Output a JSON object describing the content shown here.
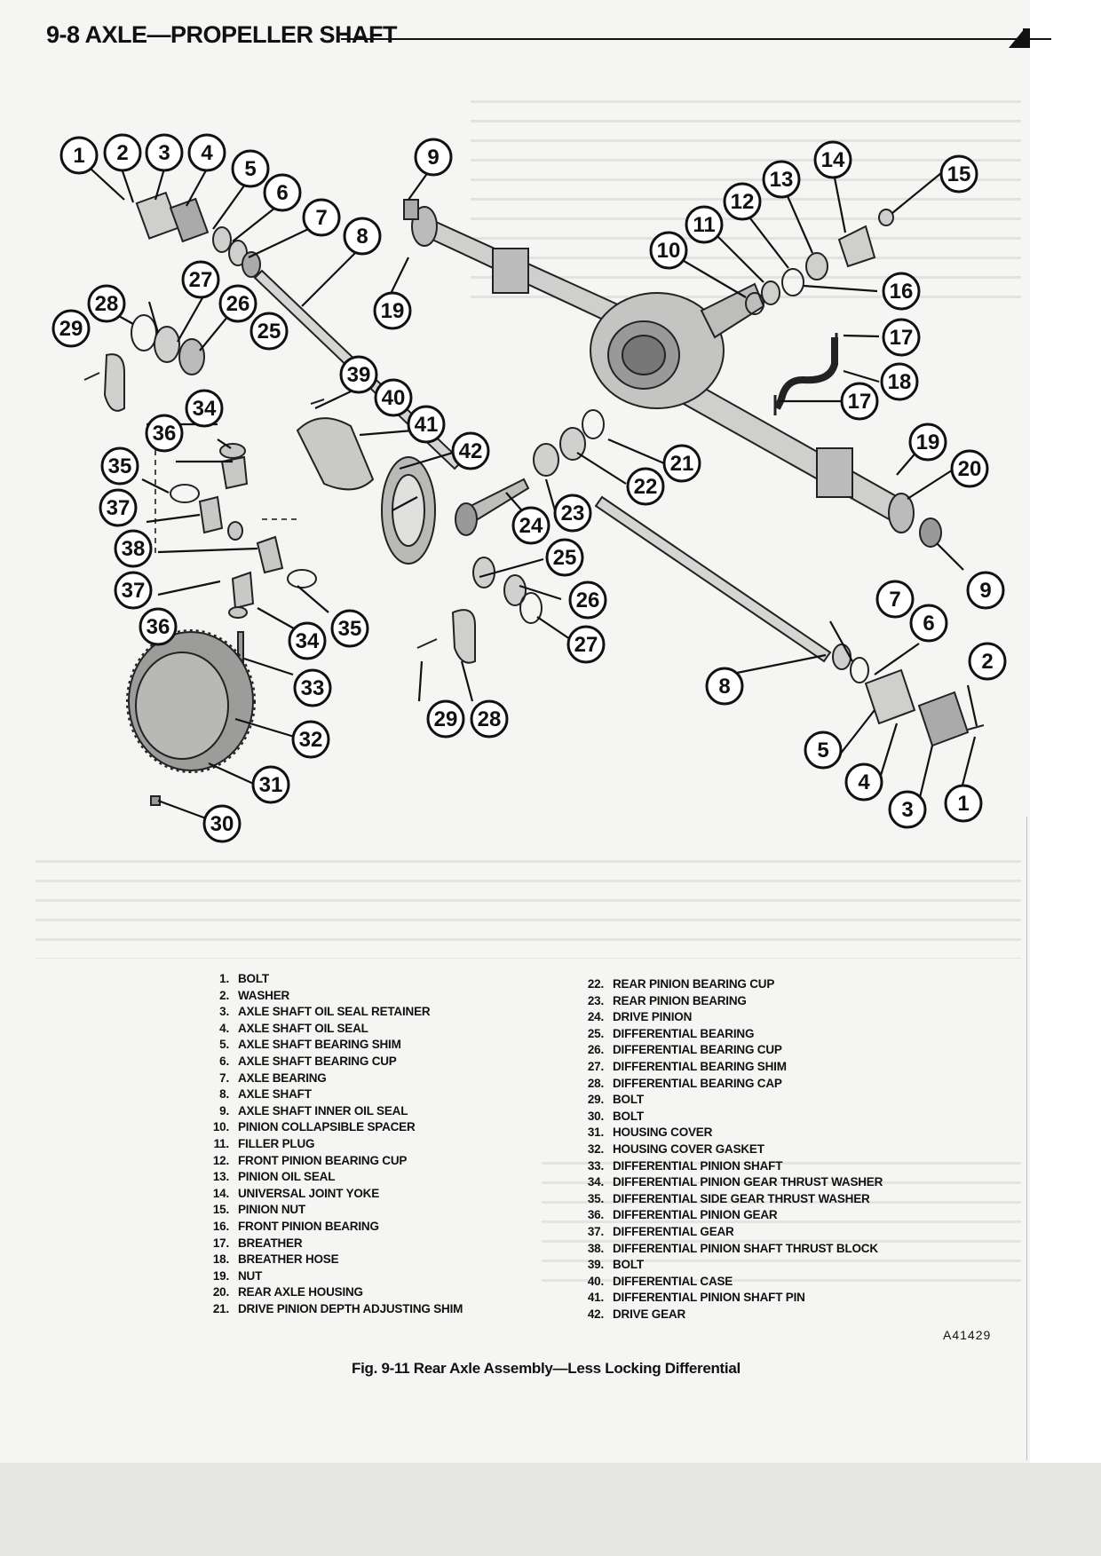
{
  "header": {
    "title": "9-8  AXLE—PROPELLER SHAFT"
  },
  "diagram": {
    "callouts": [
      "1",
      "2",
      "3",
      "4",
      "5",
      "6",
      "7",
      "8",
      "9",
      "10",
      "11",
      "12",
      "13",
      "14",
      "15",
      "16",
      "17",
      "18",
      "19",
      "20",
      "21",
      "22",
      "23",
      "24",
      "25",
      "26",
      "27",
      "28",
      "29",
      "30",
      "31",
      "32",
      "33",
      "34",
      "35",
      "36",
      "37",
      "38",
      "39",
      "40",
      "41",
      "42"
    ]
  },
  "legend": {
    "left": [
      {
        "num": "1.",
        "label": "BOLT"
      },
      {
        "num": "2.",
        "label": "WASHER"
      },
      {
        "num": "3.",
        "label": "AXLE SHAFT OIL SEAL RETAINER"
      },
      {
        "num": "4.",
        "label": "AXLE SHAFT OIL SEAL"
      },
      {
        "num": "5.",
        "label": "AXLE SHAFT BEARING SHIM"
      },
      {
        "num": "6.",
        "label": "AXLE SHAFT BEARING CUP"
      },
      {
        "num": "7.",
        "label": "AXLE BEARING"
      },
      {
        "num": "8.",
        "label": "AXLE SHAFT"
      },
      {
        "num": "9.",
        "label": "AXLE SHAFT INNER OIL SEAL"
      },
      {
        "num": "10.",
        "label": "PINION COLLAPSIBLE SPACER"
      },
      {
        "num": "11.",
        "label": "FILLER PLUG"
      },
      {
        "num": "12.",
        "label": "FRONT PINION BEARING CUP"
      },
      {
        "num": "13.",
        "label": "PINION OIL SEAL"
      },
      {
        "num": "14.",
        "label": "UNIVERSAL JOINT YOKE"
      },
      {
        "num": "15.",
        "label": "PINION NUT"
      },
      {
        "num": "16.",
        "label": "FRONT PINION BEARING"
      },
      {
        "num": "17.",
        "label": "BREATHER"
      },
      {
        "num": "18.",
        "label": "BREATHER HOSE"
      },
      {
        "num": "19.",
        "label": "NUT"
      },
      {
        "num": "20.",
        "label": "REAR AXLE HOUSING"
      },
      {
        "num": "21.",
        "label": "DRIVE PINION DEPTH ADJUSTING SHIM"
      }
    ],
    "right": [
      {
        "num": "22.",
        "label": "REAR PINION BEARING CUP"
      },
      {
        "num": "23.",
        "label": "REAR PINION BEARING"
      },
      {
        "num": "24.",
        "label": "DRIVE PINION"
      },
      {
        "num": "25.",
        "label": "DIFFERENTIAL BEARING"
      },
      {
        "num": "26.",
        "label": "DIFFERENTIAL BEARING CUP"
      },
      {
        "num": "27.",
        "label": "DIFFERENTIAL BEARING SHIM"
      },
      {
        "num": "28.",
        "label": "DIFFERENTIAL BEARING CAP"
      },
      {
        "num": "29.",
        "label": "BOLT"
      },
      {
        "num": "30.",
        "label": "BOLT"
      },
      {
        "num": "31.",
        "label": "HOUSING COVER"
      },
      {
        "num": "32.",
        "label": "HOUSING COVER GASKET"
      },
      {
        "num": "33.",
        "label": "DIFFERENTIAL PINION SHAFT"
      },
      {
        "num": "34.",
        "label": "DIFFERENTIAL PINION GEAR THRUST WASHER"
      },
      {
        "num": "35.",
        "label": "DIFFERENTIAL SIDE GEAR THRUST WASHER"
      },
      {
        "num": "36.",
        "label": "DIFFERENTIAL PINION GEAR"
      },
      {
        "num": "37.",
        "label": "DIFFERENTIAL GEAR"
      },
      {
        "num": "38.",
        "label": "DIFFERENTIAL PINION SHAFT THRUST BLOCK"
      },
      {
        "num": "39.",
        "label": "BOLT"
      },
      {
        "num": "40.",
        "label": "DIFFERENTIAL CASE"
      },
      {
        "num": "41.",
        "label": "DIFFERENTIAL PINION SHAFT PIN"
      },
      {
        "num": "42.",
        "label": "DRIVE GEAR"
      }
    ]
  },
  "figure": {
    "id": "A41429",
    "caption": "Fig. 9-11 Rear Axle Assembly—Less Locking Differential"
  }
}
